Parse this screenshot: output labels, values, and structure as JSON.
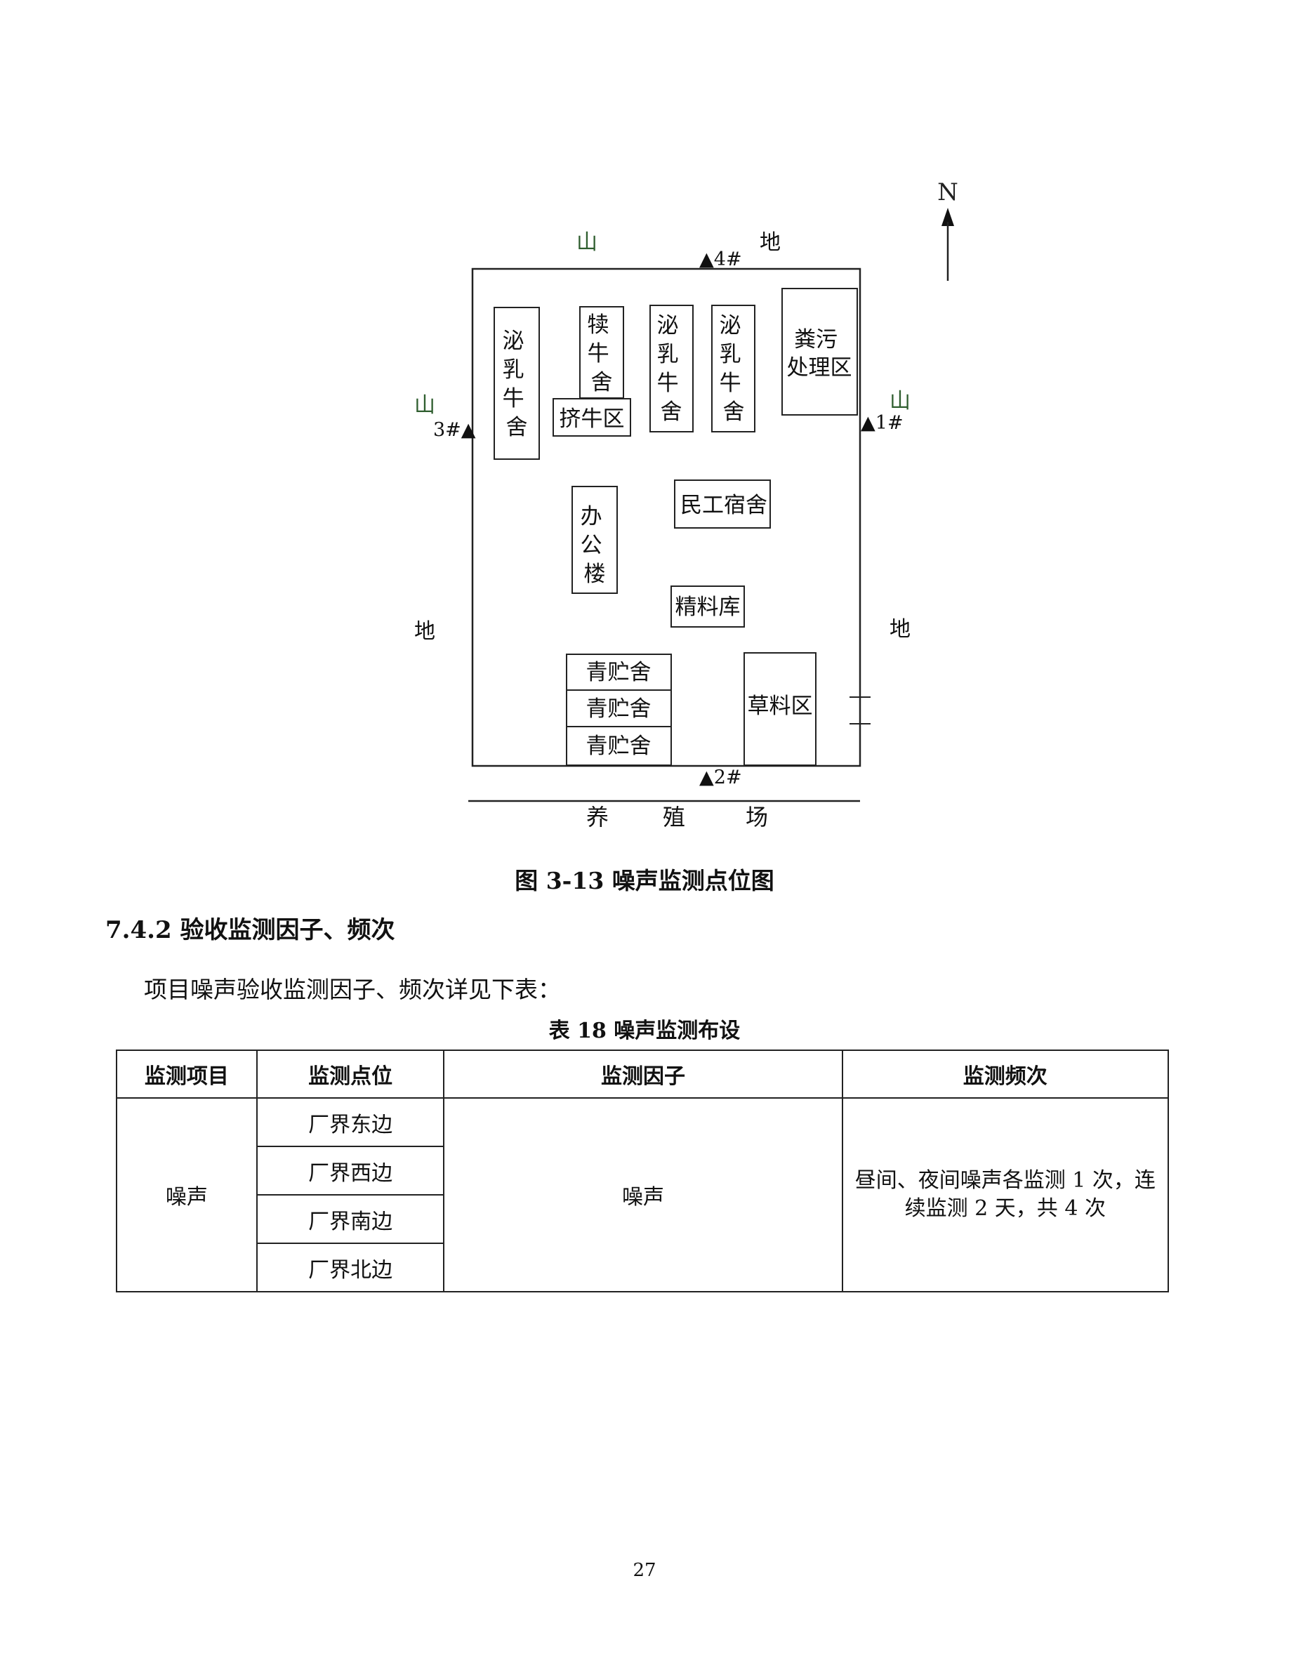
{
  "diagram": {
    "north": "N",
    "surroundings": {
      "north_1": "山",
      "north_2": "地",
      "west_1": "山",
      "west_2": "地",
      "east_1": "山",
      "east_2": "地",
      "south_1": "养",
      "south_2": "殖",
      "south_3": "场"
    },
    "points": {
      "p1": "▲1#",
      "p2": "▲2#",
      "p3": "3#▲",
      "p4": "▲4#"
    },
    "buildings": {
      "biru_1": [
        "泌",
        "乳",
        "牛",
        "舍"
      ],
      "duniu": [
        "犊",
        "牛",
        "舍"
      ],
      "jiniu": "挤牛区",
      "biru_2": [
        "泌",
        "乳",
        "牛",
        "舍"
      ],
      "biru_3": [
        "泌",
        "乳",
        "牛",
        "舍"
      ],
      "fenwu": [
        "粪污",
        "处理区"
      ],
      "bangong": [
        "办",
        "公",
        "楼"
      ],
      "mingong": "民工宿舍",
      "jingliao": "精料库",
      "qingzhu_1": "青贮舍",
      "qingzhu_2": "青贮舍",
      "qingzhu_3": "青贮舍",
      "caoliao": "草料区"
    }
  },
  "figure_caption": "图 3-13  噪声监测点位图",
  "section_heading": "7.4.2 验收监测因子、频次",
  "paragraph": "项目噪声验收监测因子、频次详见下表：",
  "table_title": "表 18  噪声监测布设",
  "table": {
    "headers": [
      "监测项目",
      "监测点位",
      "监测因子",
      "监测频次"
    ],
    "item": "噪声",
    "points": [
      "厂界东边",
      "厂界西边",
      "厂界南边",
      "厂界北边"
    ],
    "factor": "噪声",
    "frequency_line1": "昼间、夜间噪声各监测 1 次，连",
    "frequency_line2": "续监测 2 天，共 4 次"
  },
  "page_number": "27"
}
